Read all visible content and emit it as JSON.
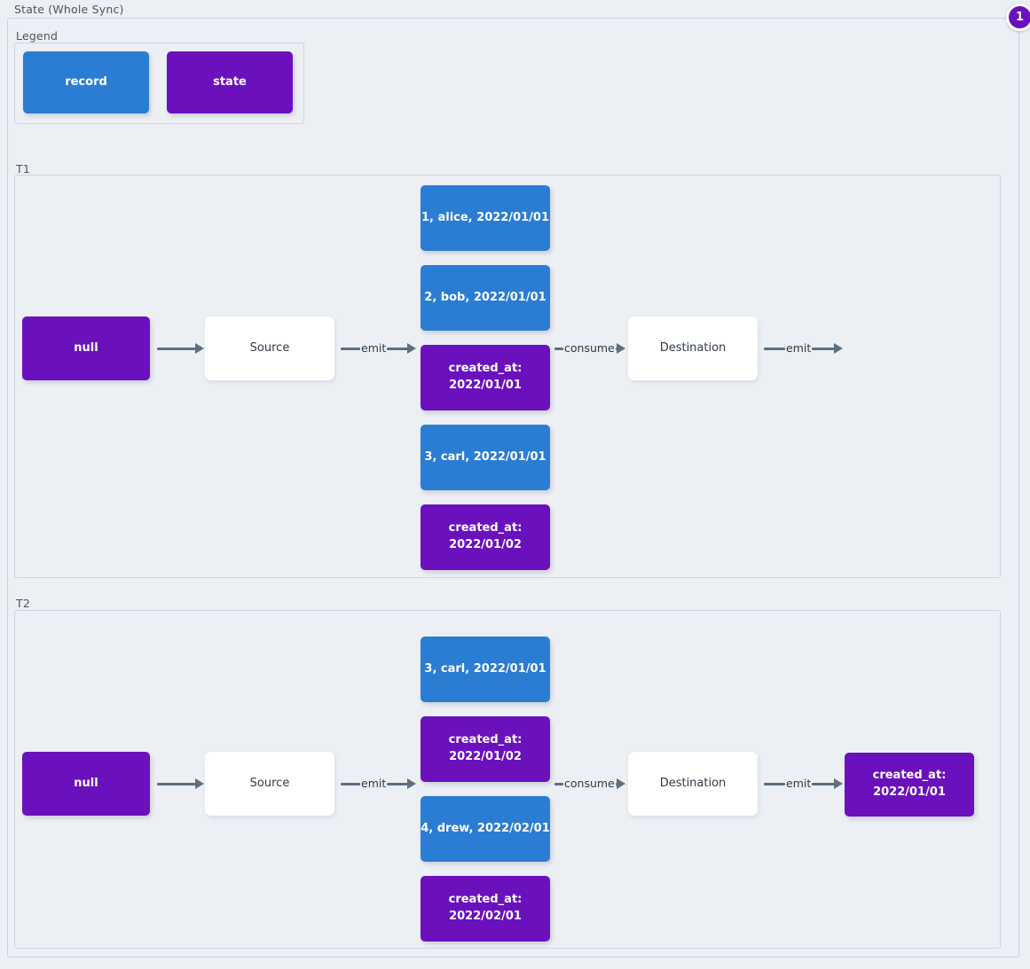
{
  "diagram": {
    "title": "State (Whole Sync)",
    "badge": "1"
  },
  "legend": {
    "label": "Legend",
    "items": [
      {
        "label": "record",
        "kind": "record",
        "color": "#2b7cd3"
      },
      {
        "label": "state",
        "kind": "state",
        "color": "#6a11bd"
      }
    ]
  },
  "edges": {
    "plain": "",
    "emit": "emit",
    "consume": "consume"
  },
  "sections": [
    {
      "label": "T1",
      "initial_state": "null",
      "source": "Source",
      "destination": "Destination",
      "messages": [
        {
          "kind": "record",
          "text": "1, alice, 2022/01/01"
        },
        {
          "kind": "record",
          "text": "2, bob, 2022/01/01"
        },
        {
          "kind": "state",
          "text": "created_at:\n2022/01/01"
        },
        {
          "kind": "record",
          "text": "3, carl, 2022/01/01"
        },
        {
          "kind": "state",
          "text": "created_at:\n2022/01/02"
        }
      ],
      "final_state": null
    },
    {
      "label": "T2",
      "initial_state": "null",
      "source": "Source",
      "destination": "Destination",
      "messages": [
        {
          "kind": "record",
          "text": "3, carl, 2022/01/01"
        },
        {
          "kind": "state",
          "text": "created_at:\n2022/01/02"
        },
        {
          "kind": "record",
          "text": "4, drew, 2022/02/01"
        },
        {
          "kind": "state",
          "text": "created_at:\n2022/02/01"
        }
      ],
      "final_state": "created_at:\n2022/01/01"
    }
  ]
}
